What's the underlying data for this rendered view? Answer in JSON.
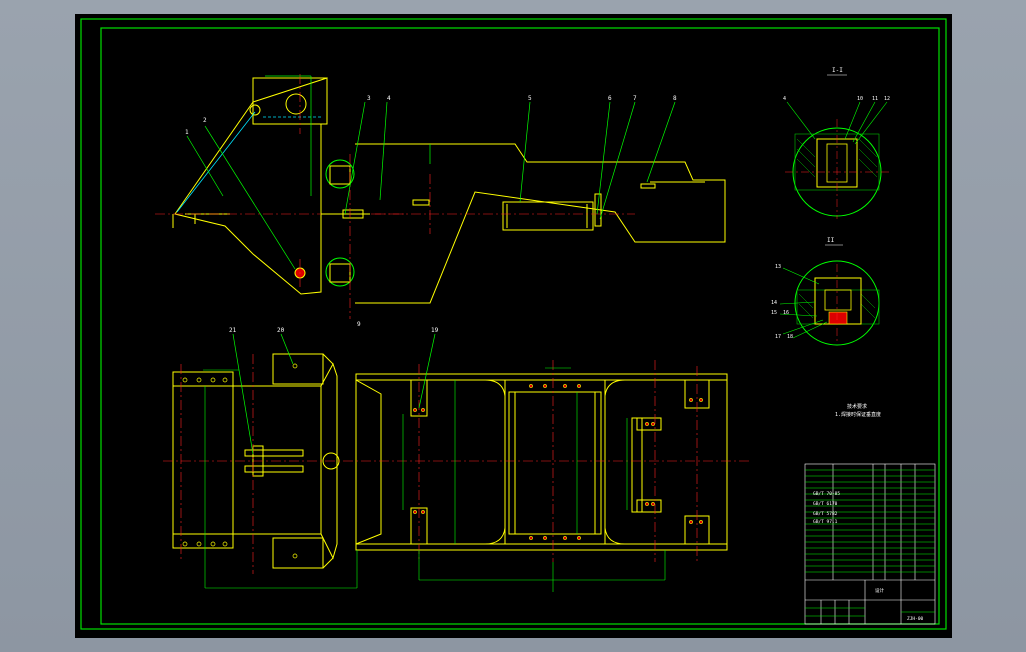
{
  "drawing": {
    "section_labels": {
      "section_a": "I-I",
      "section_b": "II"
    },
    "callouts": {
      "top": [
        "1",
        "2",
        "3",
        "4",
        "5",
        "6",
        "7",
        "8",
        "9"
      ],
      "section_a": [
        "4",
        "10",
        "11",
        "12"
      ],
      "section_b": [
        "13",
        "14",
        "15",
        "16",
        "17",
        "18"
      ],
      "bottom": [
        "21",
        "20",
        "19"
      ]
    },
    "notes": [
      "技术要求",
      "1.焊接时保证垂直度"
    ],
    "title_block": {
      "left_marks": [
        "GB/T 70-85",
        "GB/T 6170",
        "GB/T 5782",
        "GB/T 97.1"
      ],
      "part_number": "ZJH-00",
      "company": "设计"
    }
  },
  "colors": {
    "background": "#000000",
    "frame": "#00e000",
    "outline": "#ffff00",
    "dimension": "#00ff00",
    "centerline": "#ff2020",
    "hatch": "#00c000",
    "hidden": "#00e5ff",
    "text": "#ffffff"
  }
}
